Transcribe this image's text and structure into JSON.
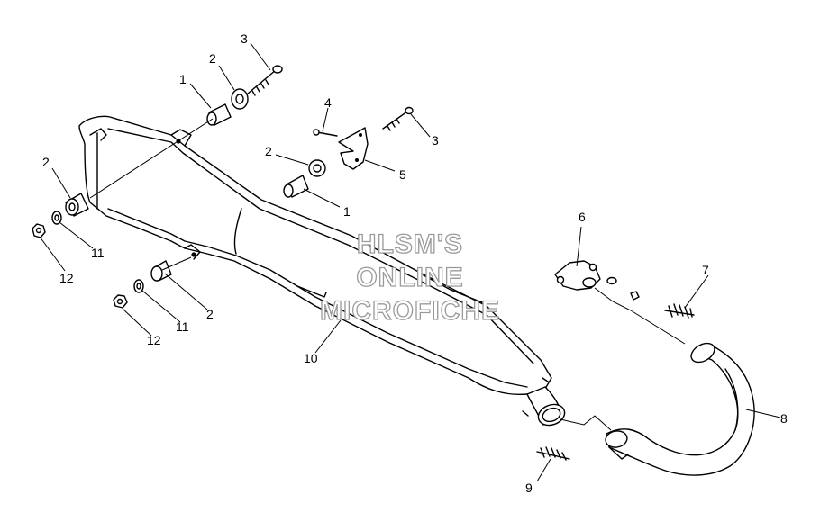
{
  "watermark": {
    "line1": "HLSM'S",
    "line2": "ONLINE",
    "line3": "MICROFICHE"
  },
  "callouts": [
    {
      "id": "c1a",
      "label": "1"
    },
    {
      "id": "c2a",
      "label": "2"
    },
    {
      "id": "c3a",
      "label": "3"
    },
    {
      "id": "c4",
      "label": "4"
    },
    {
      "id": "c3b",
      "label": "3"
    },
    {
      "id": "c2b",
      "label": "2"
    },
    {
      "id": "c5",
      "label": "5"
    },
    {
      "id": "c1b",
      "label": "1"
    },
    {
      "id": "c2c",
      "label": "2"
    },
    {
      "id": "c11a",
      "label": "11"
    },
    {
      "id": "c12a",
      "label": "12"
    },
    {
      "id": "c2d",
      "label": "2"
    },
    {
      "id": "c11b",
      "label": "11"
    },
    {
      "id": "c12b",
      "label": "12"
    },
    {
      "id": "c10",
      "label": "10"
    },
    {
      "id": "c6",
      "label": "6"
    },
    {
      "id": "c7",
      "label": "7"
    },
    {
      "id": "c8",
      "label": "8"
    },
    {
      "id": "c9",
      "label": "9"
    }
  ]
}
